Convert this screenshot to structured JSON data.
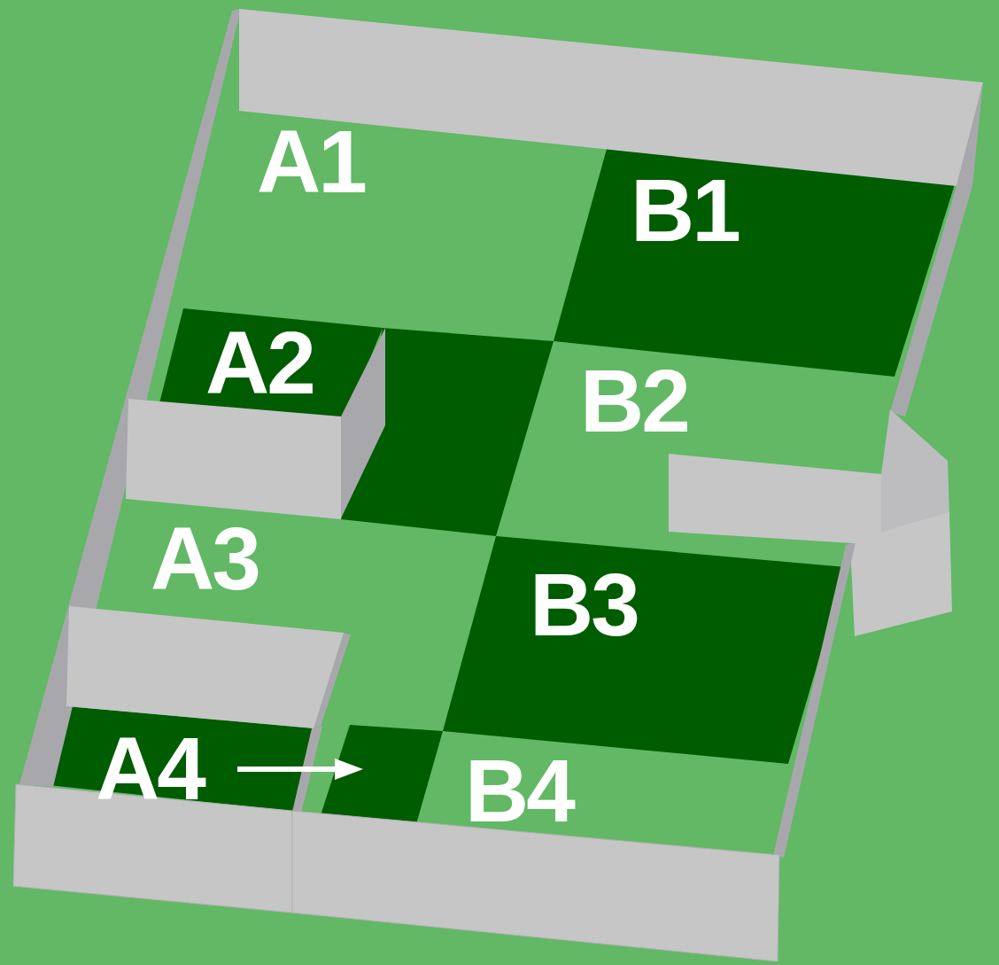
{
  "diagram": {
    "labels": [
      "A1",
      "B1",
      "A2",
      "B2",
      "A3",
      "B3",
      "A4",
      "B4"
    ]
  }
}
